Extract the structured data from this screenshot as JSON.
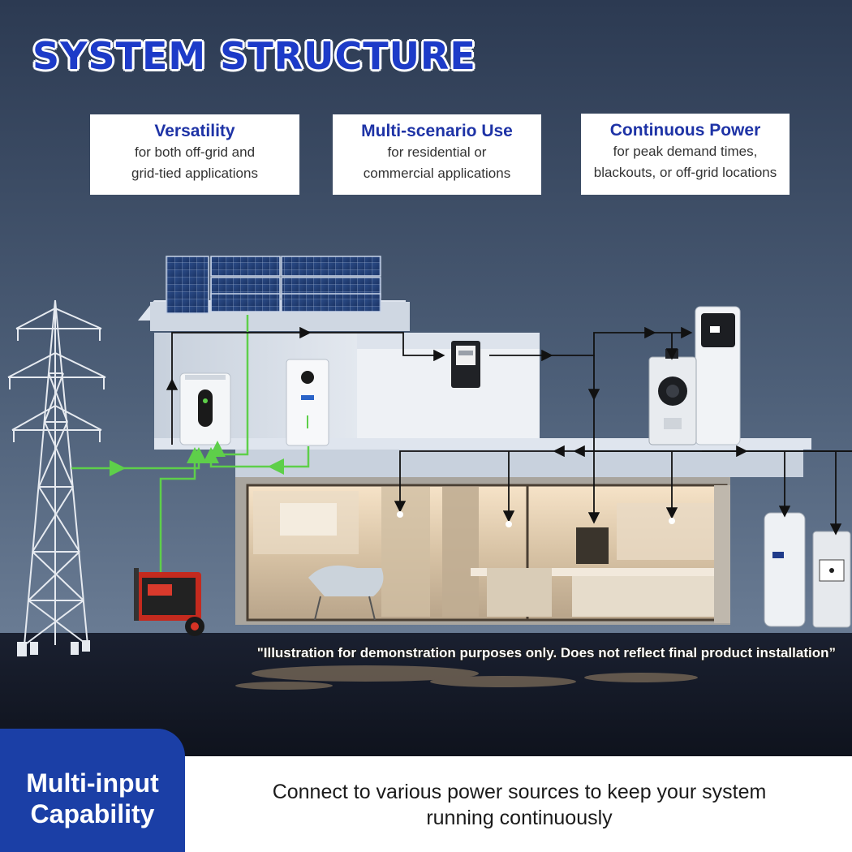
{
  "title": "SYSTEM STRUCTURE",
  "features": [
    {
      "title": "Versatility",
      "lines": [
        "for both off-grid and",
        "grid-tied applications"
      ]
    },
    {
      "title": "Multi-scenario Use",
      "lines": [
        "for residential or",
        "commercial applications"
      ]
    },
    {
      "title": "Continuous Power",
      "lines": [
        "for peak demand times,",
        "blackouts, or off-grid locations"
      ]
    }
  ],
  "disclaimer": "\"Illustration for demonstration purposes only. Does not reflect final product installation”",
  "badge": {
    "line1": "Multi-input",
    "line2": "Capability"
  },
  "description": {
    "line1": "Connect to various power sources to keep your system",
    "line2": "running continuously"
  },
  "colors": {
    "brand_blue": "#1b3fa6",
    "title_blue": "#1d3bc8",
    "card_title": "#1e33a6",
    "flow_green": "#5ecf4a",
    "flow_black": "#111111"
  },
  "icons": [
    "power-tower-icon",
    "solar-panel-icon",
    "inverter-icon",
    "battery-icon",
    "generator-icon",
    "energy-meter-icon",
    "charger-icon",
    "washing-machine-icon",
    "water-heater-icon",
    "ev-charger-icon",
    "light-bulb-icon"
  ]
}
